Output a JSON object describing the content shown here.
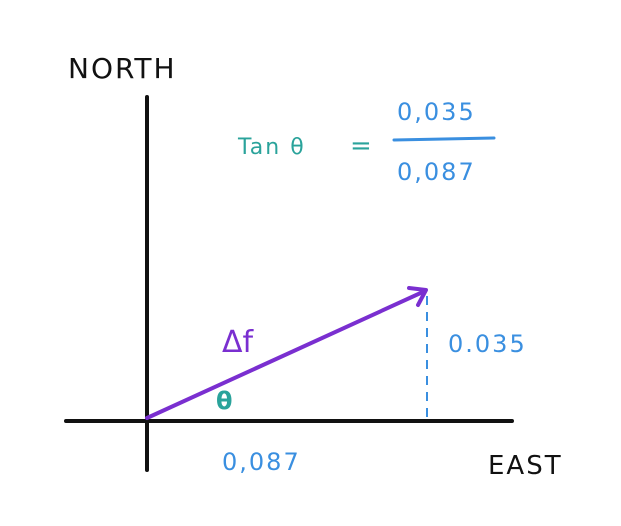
{
  "axes": {
    "north_label": "NORTH",
    "east_label": "EAST"
  },
  "vector": {
    "label": "Δf",
    "angle_label": "θ"
  },
  "components": {
    "east_value": "0,087",
    "north_value": "0.035"
  },
  "equation": {
    "lhs": "Tan θ",
    "equals": "=",
    "numerator": "0,035",
    "denominator": "0,087"
  },
  "colors": {
    "axis": "#111111",
    "vector": "#7a2fd0",
    "teal": "#2aa39b",
    "blue": "#3a8fe0"
  }
}
